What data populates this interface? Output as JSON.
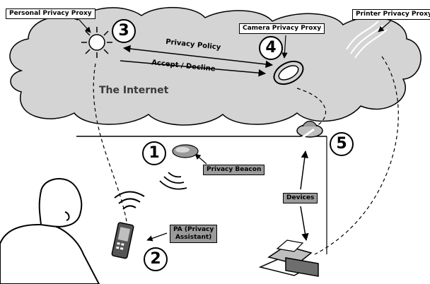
{
  "labels": {
    "personal_proxy": "Personal Privacy Proxy",
    "camera_proxy": "Camera Privacy Proxy",
    "printer_proxy": "Printer Privacy Proxy",
    "privacy_beacon": "Privacy Beacon",
    "devices": "Devices",
    "pa_line1": "PA (Privacy",
    "pa_line2": "Assistant)"
  },
  "arrows": {
    "policy": "Privacy Policy",
    "accept": "Accept / Decline"
  },
  "internet": "The Internet",
  "steps": [
    "1",
    "2",
    "3",
    "4",
    "5"
  ],
  "colors": {
    "cloud": "#d4d4d4",
    "label_grey": "#9a9a9a",
    "line": "#000000"
  }
}
